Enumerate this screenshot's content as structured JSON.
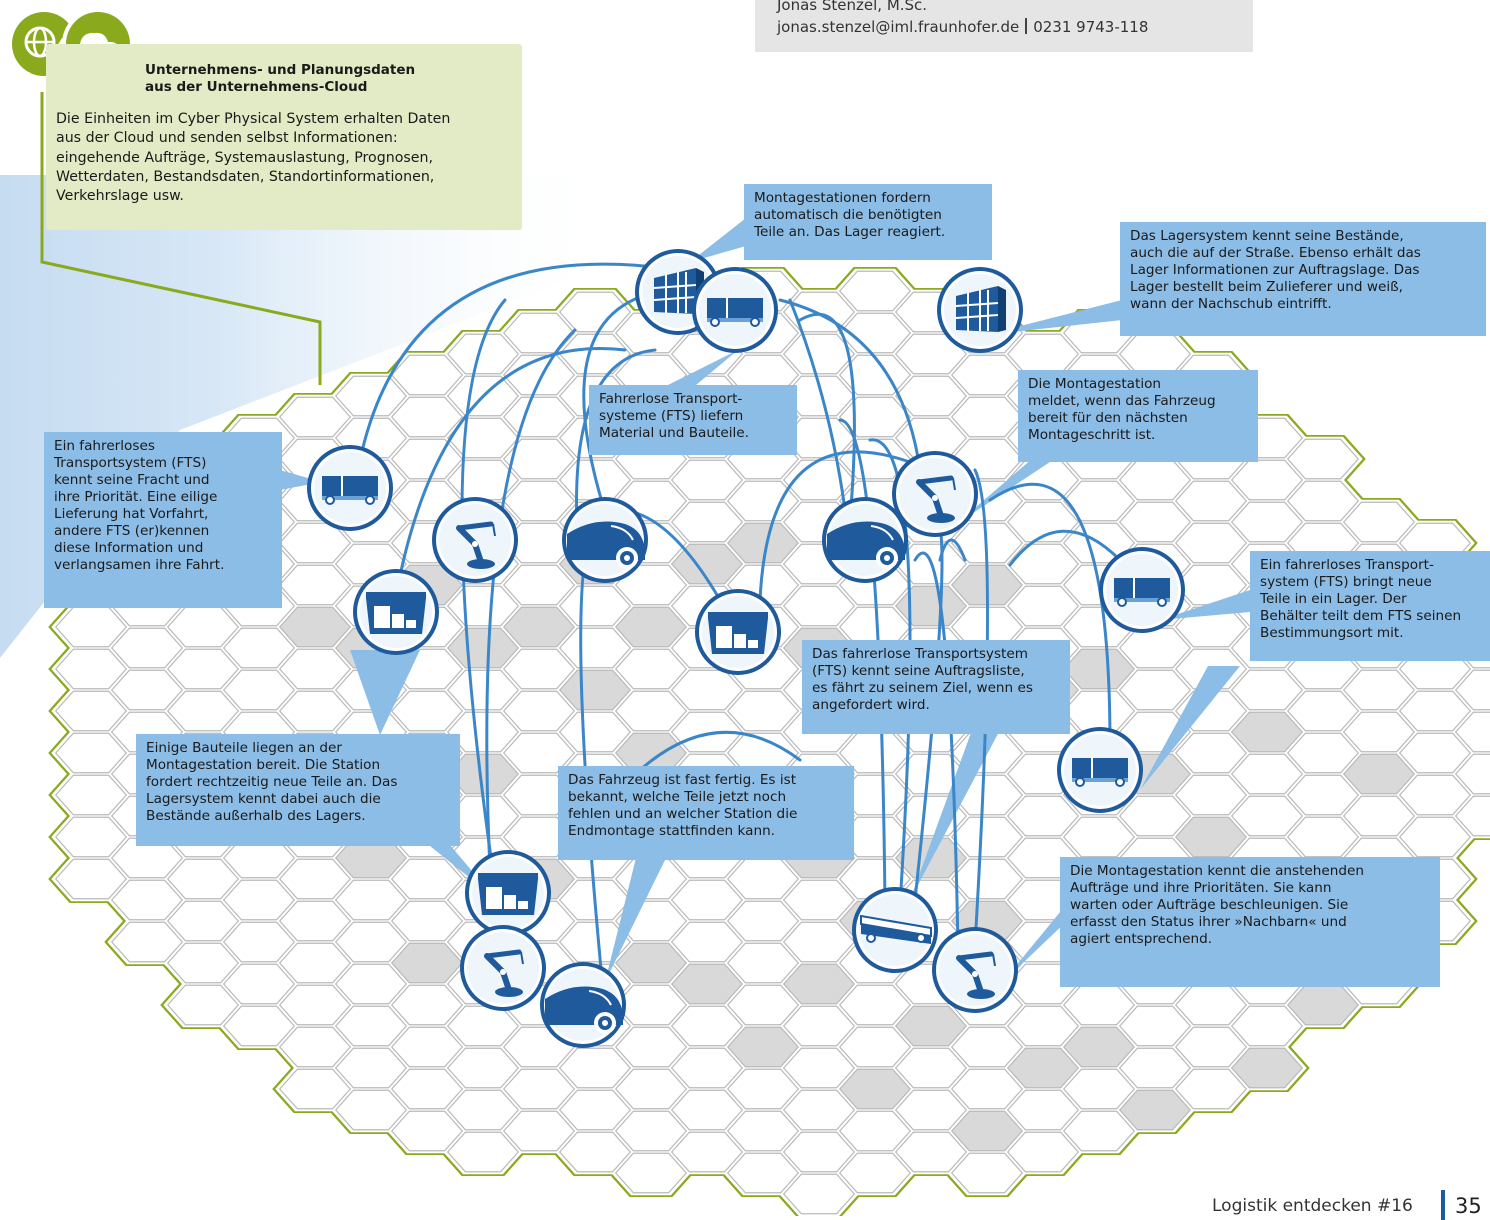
{
  "contact": {
    "name": "Jonas Stenzel, M.Sc.",
    "email": "jonas.stenzel@iml.fraunhofer.de",
    "phone": "0231 9743-118"
  },
  "cloud_box": {
    "title_line1": "Unternehmens- und Planungsdaten",
    "title_line2": "aus der Unternehmens-Cloud",
    "text_lines": [
      "Die Einheiten im Cyber Physical System erhalten Daten",
      "aus der Cloud und senden selbst Informationen:",
      "eingehende Aufträge, Systemauslastung, Prognosen,",
      "Wetterdaten, Bestandsdaten, Standortinformationen,",
      "Verkehrslage usw."
    ],
    "icons": [
      "globe-icon",
      "cloud-icon"
    ]
  },
  "callouts": [
    {
      "id": "montage-request",
      "lines": [
        "Montagestationen fordern",
        "automatisch die benötigten",
        "Teile an. Das Lager reagiert."
      ]
    },
    {
      "id": "lager",
      "lines": [
        "Das Lagersystem kennt seine Bestände,",
        "auch die auf der Straße. Ebenso erhält das",
        "Lager Informationen zur Auftragslage. Das",
        "Lager bestellt beim Zulieferer und weiß,",
        "wann der Nachschub eintrifft."
      ]
    },
    {
      "id": "fts-material",
      "lines": [
        "Fahrerlose Transport-",
        "systeme (FTS) liefern",
        "Material und Bauteile."
      ]
    },
    {
      "id": "montage-meldet",
      "lines": [
        "Die Montagestation",
        "meldet, wenn das Fahrzeug",
        "bereit für den nächsten",
        "Montageschritt ist."
      ]
    },
    {
      "id": "fts-fracht",
      "lines": [
        "Ein fahrerloses",
        "Transportsystem (FTS)",
        "kennt seine Fracht und",
        "ihre Priorität. Eine eilige",
        "Lieferung hat Vorfahrt,",
        "andere FTS (er)kennen",
        "diese Information und",
        "verlangsamen ihre Fahrt."
      ]
    },
    {
      "id": "fts-lager",
      "lines": [
        "Ein fahrerloses Transport-",
        "system (FTS) bringt neue",
        "Teile in ein Lager. Der",
        "Behälter teilt dem FTS seinen",
        "Bestimmungsort mit."
      ]
    },
    {
      "id": "fts-auftrag",
      "lines": [
        "Das fahrerlose Transportsystem",
        "(FTS) kennt seine Auftragsliste,",
        "es fährt zu seinem Ziel, wenn es",
        "angefordert wird."
      ]
    },
    {
      "id": "bauteile",
      "lines": [
        "Einige Bauteile liegen an der",
        "Montagestation bereit. Die Station",
        "fordert rechtzeitig neue Teile an. Das",
        "Lagersystem kennt dabei auch die",
        "Bestände außerhalb des Lagers."
      ]
    },
    {
      "id": "fahrzeug",
      "lines": [
        "Das Fahrzeug ist fast fertig. Es ist",
        "bekannt, welche Teile jetzt noch",
        "fehlen und an welcher Station die",
        "Endmontage stattfinden kann."
      ]
    },
    {
      "id": "montage-prio",
      "lines": [
        "Die Montagestation kennt die anstehenden",
        "Aufträge und ihre Prioritäten. Sie kann",
        "warten oder Aufträge beschleunigen. Sie",
        "erfasst den Status ihrer »Nachbarn« und",
        "agiert entsprechend."
      ]
    }
  ],
  "nodes": [
    {
      "icon": "shelf-icon"
    },
    {
      "icon": "fts-truck-icon"
    },
    {
      "icon": "shelf-icon"
    },
    {
      "icon": "fts-truck-icon"
    },
    {
      "icon": "robot-arm-icon"
    },
    {
      "icon": "car-icon"
    },
    {
      "icon": "container-icon"
    },
    {
      "icon": "container-icon"
    },
    {
      "icon": "car-icon"
    },
    {
      "icon": "robot-arm-icon"
    },
    {
      "icon": "fts-truck-icon"
    },
    {
      "icon": "fts-truck-icon"
    },
    {
      "icon": "container-icon"
    },
    {
      "icon": "robot-arm-icon"
    },
    {
      "icon": "car-icon"
    },
    {
      "icon": "fts-flat-icon"
    },
    {
      "icon": "robot-arm-icon"
    }
  ],
  "colors": {
    "blue_dark": "#1e5a9c",
    "blue_line": "#3a86c8",
    "callout_blue": "#8cbde6",
    "green": "#8aa91d",
    "cloud_box": "#e2ebc6",
    "hex_gray": "#d9d9d9",
    "light_band": "#d4e5f5"
  },
  "footer": {
    "text": "Logistik entdecken #16",
    "page": "35"
  }
}
